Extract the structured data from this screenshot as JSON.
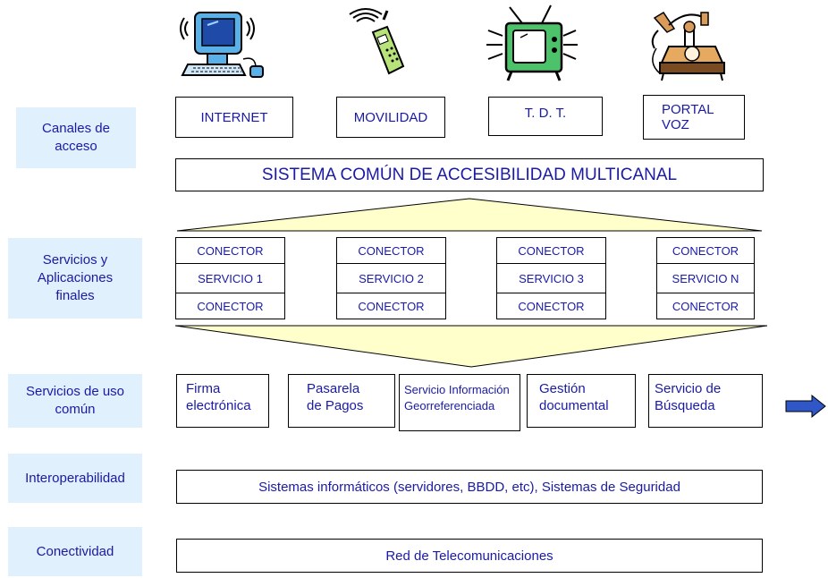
{
  "layers": {
    "canales": "Canales de acceso",
    "servicios_apps": "Servicios y Aplicaciones finales",
    "servicios_comun": "Servicios de uso común",
    "interoperabilidad": "Interoperabilidad",
    "conectividad": "Conectividad"
  },
  "channels": [
    "INTERNET",
    "MOVILIDAD",
    "T. D. T.",
    "PORTAL VOZ"
  ],
  "channel_icons": [
    "computer-icon",
    "mobile-phone-icon",
    "television-icon",
    "antique-telephone-icon"
  ],
  "sistema_comun": "SISTEMA COMÚN DE ACCESIBILIDAD MULTICANAL",
  "services": [
    {
      "top": "CONECTOR",
      "name": "SERVICIO 1",
      "bottom": "CONECTOR"
    },
    {
      "top": "CONECTOR",
      "name": "SERVICIO 2",
      "bottom": "CONECTOR"
    },
    {
      "top": "CONECTOR",
      "name": "SERVICIO 3",
      "bottom": "CONECTOR"
    },
    {
      "top": "CONECTOR",
      "name": "SERVICIO N",
      "bottom": "CONECTOR"
    }
  ],
  "common_services": [
    "Firma electrónica",
    "Pasarela de Pagos",
    "Servicio Información Georreferenciada",
    "Gestión documental",
    "Servicio de Búsqueda"
  ],
  "interop_box": "Sistemas informáticos (servidores, BBDD, etc), Sistemas de Seguridad",
  "connect_box": "Red de Telecomunicaciones",
  "colors": {
    "text": "#1a1aa6",
    "layer_bg": "#e0f0fd",
    "funnel_fill": "#ffffcc",
    "arrow_fill": "#2f57c8"
  }
}
